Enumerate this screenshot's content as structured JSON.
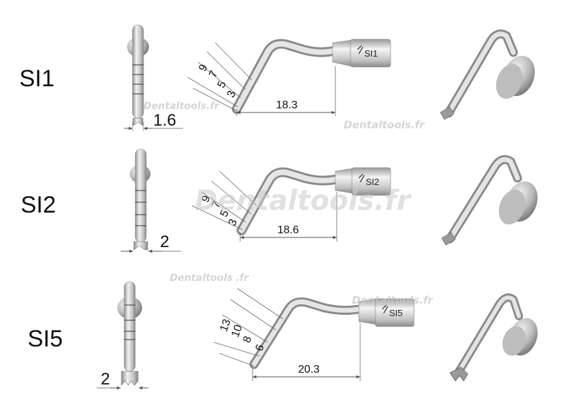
{
  "rows": [
    {
      "model": "SI1",
      "tip_width": "1.6",
      "length": "18.3",
      "depths": [
        "9",
        "7",
        "5",
        "3"
      ],
      "shank_mark": "SI1"
    },
    {
      "model": "SI2",
      "tip_width": "2",
      "length": "18.6",
      "depths": [
        "9",
        "7",
        "5",
        "3"
      ],
      "shank_mark": "SI2"
    },
    {
      "model": "SI5",
      "tip_width": "2",
      "length": "20.3",
      "depths": [
        "13",
        "10",
        "8",
        "6"
      ],
      "shank_mark": "SI5"
    }
  ],
  "watermark": "Dentaltools.fr",
  "watermark_alt": "Dentaltools .fr",
  "colors": {
    "steel_light": "#eeeeee",
    "steel_mid": "#c4c4c4",
    "steel_dark": "#8e8e8e",
    "dim_line": "#555555"
  }
}
